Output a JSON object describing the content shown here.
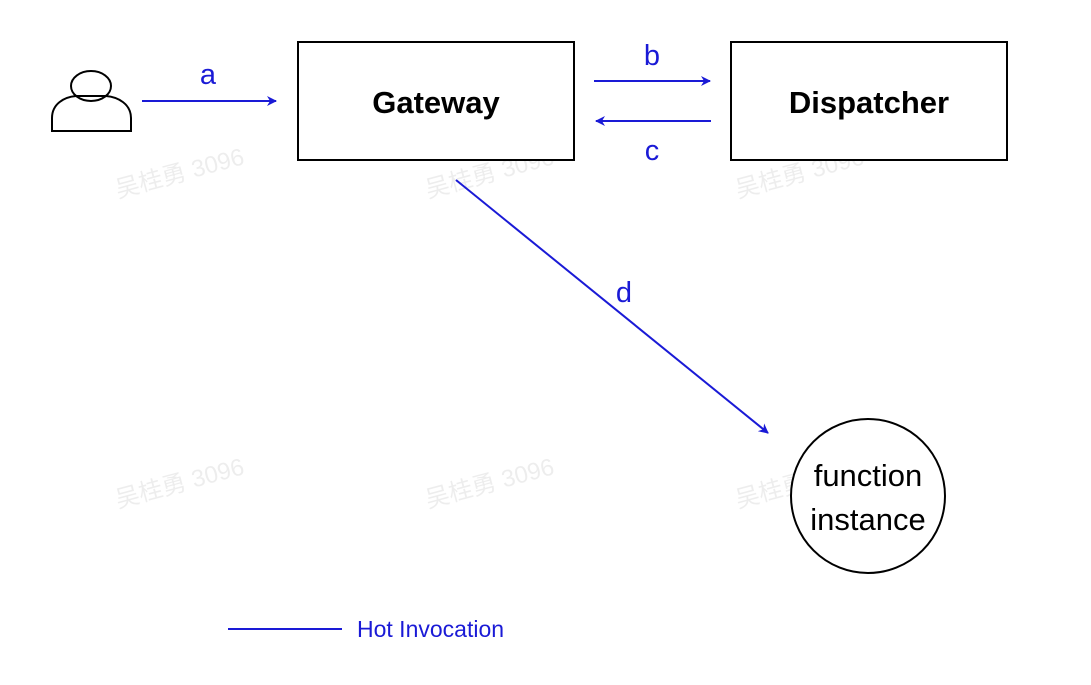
{
  "nodes": {
    "user": {
      "icon": "user-icon"
    },
    "gateway": {
      "label": "Gateway"
    },
    "dispatcher": {
      "label": "Dispatcher"
    },
    "function_instance": {
      "line1": "function",
      "line2": "instance"
    }
  },
  "edges": {
    "a": {
      "label": "a"
    },
    "b": {
      "label": "b"
    },
    "c": {
      "label": "c"
    },
    "d": {
      "label": "d"
    }
  },
  "legend": {
    "label": "Hot Invocation"
  },
  "watermark": {
    "text": "吴桂勇 3096"
  },
  "colors": {
    "arrow": "#1a1ad6",
    "box_border": "#000000",
    "background": "#ffffff"
  }
}
